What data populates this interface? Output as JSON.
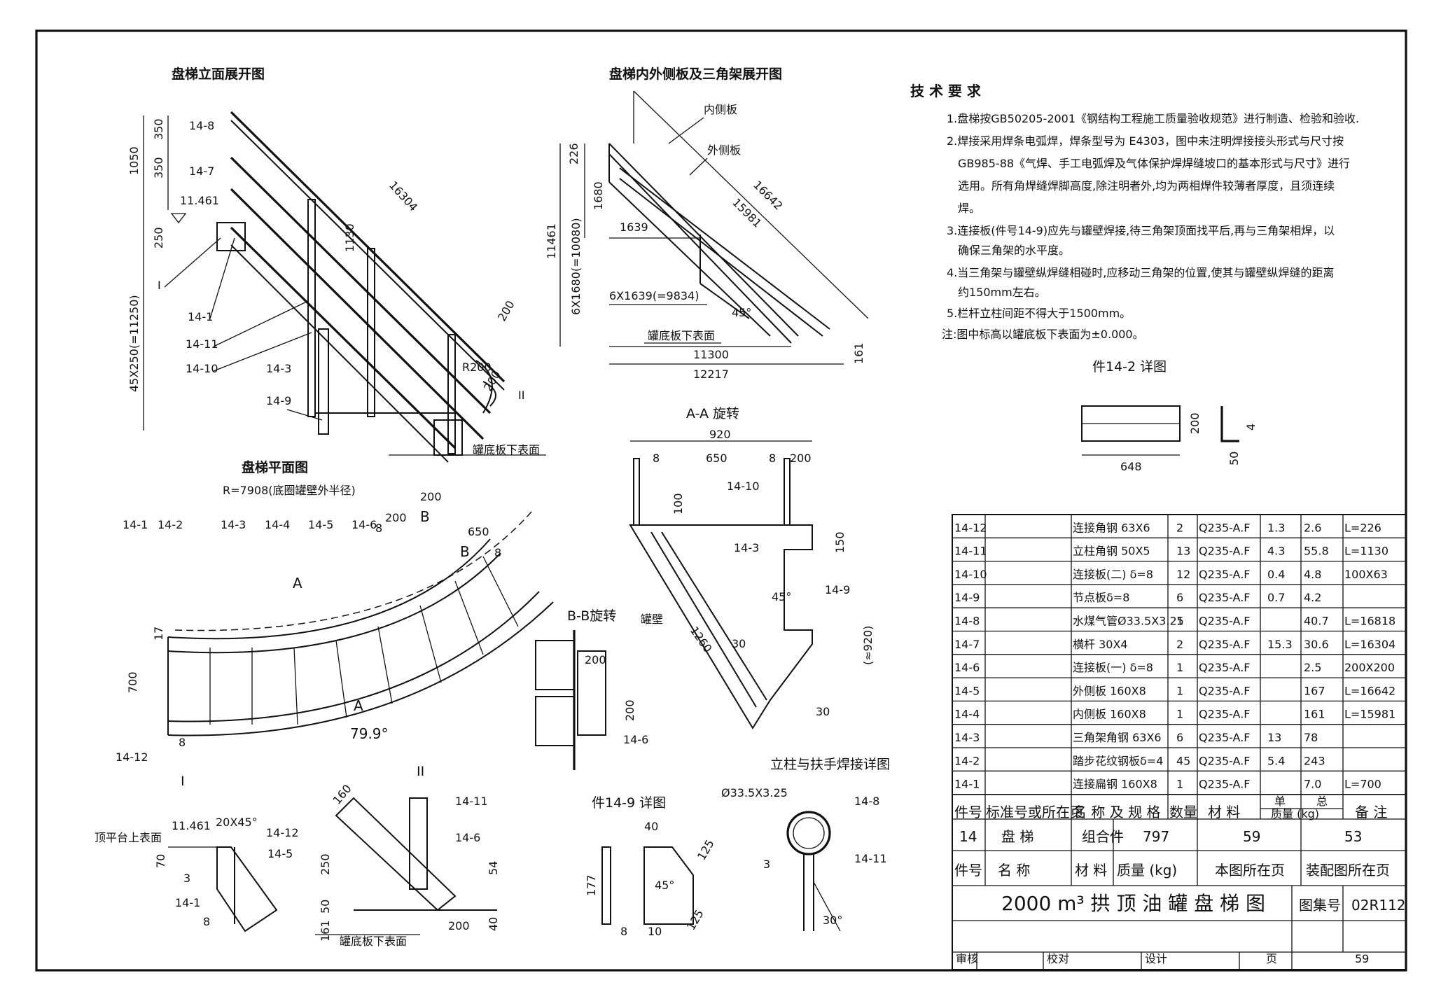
{
  "views": {
    "elevation_title": "盘梯立面展开图",
    "side_plate_title": "盘梯内外侧板及三角架展开图",
    "plan_title": "盘梯平面图",
    "aa_title": "A-A 旋转",
    "bb_title": "B-B旋转",
    "detail_i_title": "I",
    "detail_ii_title": "II",
    "detail_149_title": "件14-9 详图",
    "detail_142_title": "件14-2 详图",
    "post_weld_title": "立柱与扶手焊接详图"
  },
  "elevation": {
    "dims": [
      "350",
      "350",
      "1050",
      "250",
      "45X250(=11250)",
      "1130",
      "16304",
      "200",
      "R200",
      "200"
    ],
    "elev_mark": "11.461",
    "labels": [
      "14-8",
      "14-7",
      "I",
      "14-1",
      "14-11",
      "14-10",
      "14-3",
      "14-9",
      "II"
    ],
    "bottom_note": "罐底板下表面"
  },
  "side_plate": {
    "inner": "内侧板",
    "outer": "外侧板",
    "dims": [
      "226",
      "1680",
      "6X1680(=10080)",
      "11461",
      "1639",
      "6X1639(=9834)",
      "16642",
      "15981",
      "45°",
      "11300",
      "12217",
      "161"
    ],
    "bottom_note": "罐底板下表面"
  },
  "plan": {
    "radius_note": "R=7908(底圈罐壁外半径)",
    "labels": [
      "14-1",
      "14-2",
      "14-3",
      "14-4",
      "14-5",
      "14-6",
      "14-12",
      "A",
      "A",
      "B",
      "B"
    ],
    "dims": [
      "200",
      "200",
      "8",
      "650",
      "8",
      "17",
      "700",
      "8",
      "79.9°"
    ]
  },
  "aa_view": {
    "dims": [
      "920",
      "8",
      "650",
      "8",
      "200",
      "100",
      "150",
      "45°",
      "1260",
      "30",
      "(≈920)",
      "30"
    ],
    "labels": [
      "14-10",
      "14-3",
      "14-9"
    ]
  },
  "bb_view": {
    "wall_label": "罐壁",
    "dims": [
      "200",
      "200"
    ],
    "labels": [
      "14-6"
    ]
  },
  "detail_i": {
    "note": "顶平台上表面",
    "elev": "11.461",
    "chamfer": "20X45°",
    "dims": [
      "70",
      "3",
      "8"
    ],
    "labels": [
      "14-12",
      "14-5",
      "14-1"
    ]
  },
  "detail_ii": {
    "dims": [
      "160",
      "250",
      "50",
      "161",
      "54",
      "200",
      "40"
    ],
    "labels": [
      "14-11",
      "14-6"
    ],
    "bottom_note": "罐底板下表面"
  },
  "detail_149": {
    "dims": [
      "40",
      "125",
      "177",
      "45°",
      "125",
      "8",
      "10"
    ]
  },
  "detail_142": {
    "dims": [
      "200",
      "648",
      "4",
      "50"
    ]
  },
  "post_weld": {
    "pipe": "Ø33.5X3.25",
    "labels": [
      "14-8",
      "14-11"
    ],
    "dims": [
      "3",
      "30°"
    ]
  },
  "tech_req": {
    "title": "技 术 要 求",
    "lines": [
      "1.盘梯按GB50205-2001《钢结构工程施工质量验收规范》进行制造、检验和验收.",
      "2.焊接采用焊条电弧焊，焊条型号为 E4303，图中未注明焊接接头形式与尺寸按",
      "GB985-88《气焊、手工电弧焊及气体保护焊焊缝坡口的基本形式与尺寸》进行",
      "选用。所有角焊缝焊脚高度,除注明者外,均为两相焊件较薄者厚度，且须连续",
      "焊。",
      "3.连接板(件号14-9)应先与罐壁焊接,待三角架顶面找平后,再与三角架相焊，以",
      "确保三角架的水平度。",
      "4.当三角架与罐壁纵焊缝相碰时,应移动三角架的位置,使其与罐壁纵焊缝的距离",
      "约150mm左右。",
      "5.栏杆立柱间距不得大于1500mm。",
      "注:图中标高以罐底板下表面为±0.000。"
    ]
  },
  "bom": {
    "rows": [
      {
        "no": "14-12",
        "std": "",
        "name": "连接角钢 63X6",
        "qty": "2",
        "mat": "Q235-A.F",
        "unit": "1.3",
        "total": "2.6",
        "note": "L=226"
      },
      {
        "no": "14-11",
        "std": "",
        "name": "立柱角钢 50X5",
        "qty": "13",
        "mat": "Q235-A.F",
        "unit": "4.3",
        "total": "55.8",
        "note": "L=1130"
      },
      {
        "no": "14-10",
        "std": "",
        "name": "连接板(二) δ=8",
        "qty": "12",
        "mat": "Q235-A.F",
        "unit": "0.4",
        "total": "4.8",
        "note": "100X63"
      },
      {
        "no": "14-9",
        "std": "",
        "name": "节点板δ=8",
        "qty": "6",
        "mat": "Q235-A.F",
        "unit": "0.7",
        "total": "4.2",
        "note": ""
      },
      {
        "no": "14-8",
        "std": "",
        "name": "水煤气管Ø33.5X3.25",
        "qty": "1",
        "mat": "Q235-A.F",
        "unit": "",
        "total": "40.7",
        "note": "L=16818"
      },
      {
        "no": "14-7",
        "std": "",
        "name": "横杆 30X4",
        "qty": "2",
        "mat": "Q235-A.F",
        "unit": "15.3",
        "total": "30.6",
        "note": "L=16304"
      },
      {
        "no": "14-6",
        "std": "",
        "name": "连接板(一) δ=8",
        "qty": "1",
        "mat": "Q235-A.F",
        "unit": "",
        "total": "2.5",
        "note": "200X200"
      },
      {
        "no": "14-5",
        "std": "",
        "name": "外侧板 160X8",
        "qty": "1",
        "mat": "Q235-A.F",
        "unit": "",
        "total": "167",
        "note": "L=16642"
      },
      {
        "no": "14-4",
        "std": "",
        "name": "内侧板 160X8",
        "qty": "1",
        "mat": "Q235-A.F",
        "unit": "",
        "total": "161",
        "note": "L=15981"
      },
      {
        "no": "14-3",
        "std": "",
        "name": "三角架角钢 63X6",
        "qty": "6",
        "mat": "Q235-A.F",
        "unit": "13",
        "total": "78",
        "note": ""
      },
      {
        "no": "14-2",
        "std": "",
        "name": "踏步花纹钢板δ=4",
        "qty": "45",
        "mat": "Q235-A.F",
        "unit": "5.4",
        "total": "243",
        "note": ""
      },
      {
        "no": "14-1",
        "std": "",
        "name": "连接扁钢 160X8",
        "qty": "1",
        "mat": "Q235-A.F",
        "unit": "",
        "total": "7.0",
        "note": "L=700"
      }
    ],
    "header": {
      "no": "件号",
      "std": "标准号或所在页",
      "name": "名 称 及 规 格",
      "qty": "数量",
      "mat": "材 料",
      "unit": "单",
      "total": "总",
      "weight": "质量 (kg)",
      "note": "备 注"
    },
    "assembly": {
      "no": "14",
      "name": "盘 梯",
      "material": "组合件",
      "weight": "797",
      "this_page": "59",
      "asm_page": "53"
    },
    "assembly_header": {
      "no": "件号",
      "name": "名 称",
      "material": "材 料",
      "weight": "质量 (kg)",
      "this_page": "本图所在页",
      "asm_page": "装配图所在页"
    }
  },
  "title_block": {
    "title": "2000 m³ 拱 顶 油 罐 盘 梯 图",
    "atlas_label": "图集号",
    "atlas_no": "02R112",
    "review": "审核",
    "check": "校对",
    "design": "设计",
    "page_label": "页",
    "page_no": "59"
  }
}
